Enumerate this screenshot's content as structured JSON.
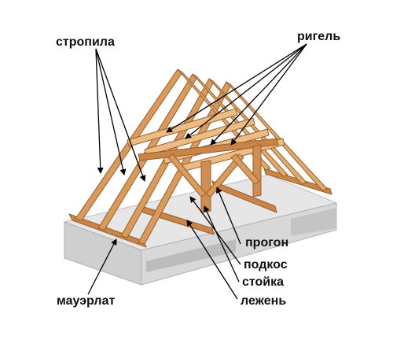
{
  "labels": {
    "stropila": "стропила",
    "rigel": "ригель",
    "progon": "прогон",
    "podkos": "подкос",
    "stoyka": "стойка",
    "lezhen": "лежень",
    "mauerlat": "мауэрлат"
  },
  "colors": {
    "timber": "#d99a5b",
    "timber_dark": "#b8743b",
    "timber_light": "#edbc85",
    "slab_top": "#e3e3e3",
    "slab_side": "#c9c9c9",
    "pointer": "#000000"
  }
}
